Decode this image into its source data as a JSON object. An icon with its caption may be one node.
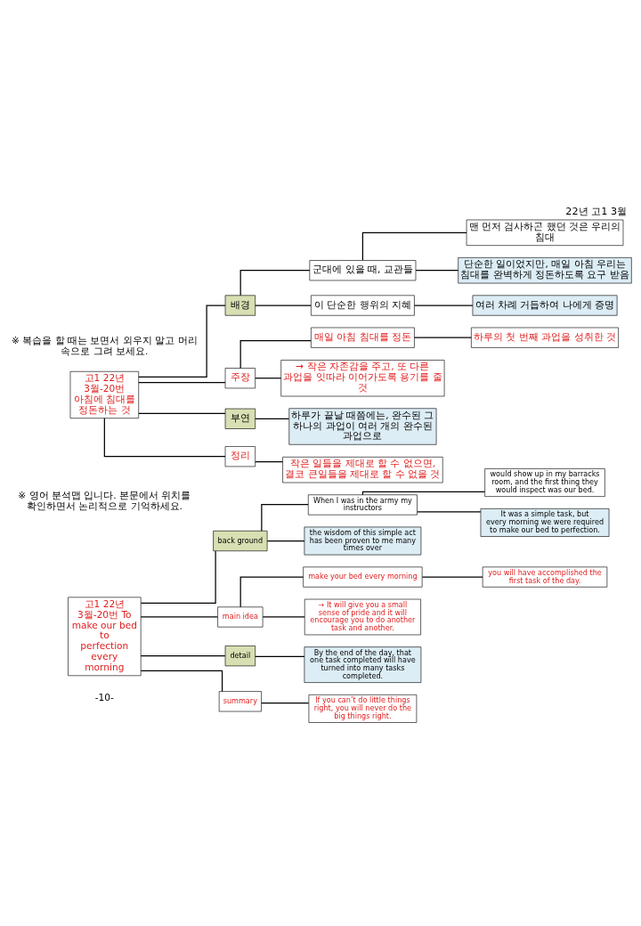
{
  "diagram": {
    "title": "22년 고1 3월",
    "nodes": [
      {
        "text": [
          "고1 22년 3월-20번 아침에 침대를 정돈하는 것"
        ]
      },
      {
        "text": [
          "배경"
        ]
      },
      {
        "text": [
          "군대에 있을 때, 교관들"
        ]
      },
      {
        "text": [
          "맨 먼저 검사하곤 했던 것은 우리의 침대"
        ]
      },
      {
        "text": [
          "단순한 일이었지만, 매일 아침 우리는 침대를 완벽하게 정돈하도록 요구 받음"
        ]
      },
      {
        "text": [
          "이 단순한 행위의 지혜"
        ]
      },
      {
        "text": [
          "여러 차례 거듭하여 나에게 증명"
        ]
      },
      {
        "text": [
          "주장"
        ]
      },
      {
        "text": [
          "매일 아침 침대를 정돈"
        ]
      },
      {
        "text": [
          "하루의 첫 번째 과업을 성취한 것"
        ]
      },
      {
        "text": [
          "→ 작은 자존감을 주고, 또 다른 과업을 잇따라 이어가도록 용기를 줄 것"
        ]
      },
      {
        "text": [
          "부연"
        ]
      },
      {
        "text": [
          "하루가 끝날 때쯤에는, 완수된 그 하나의 과업이 여러 개의 완수된 과업으로"
        ]
      },
      {
        "text": [
          "정리"
        ]
      },
      {
        "text": [
          "작은 일들을 제대로 할 수 없으면, 결코 큰일들을 제대로 할 수 없을 것"
        ]
      },
      {
        "text": [
          "고1 22년 3월-20번 To make our bed to perfection every morning"
        ]
      },
      {
        "text": [
          "back ground"
        ]
      },
      {
        "text": [
          "When I was in the army my instructors"
        ]
      },
      {
        "text": [
          "would show up in my barracks room, and the first thing they would inspect was our bed."
        ]
      },
      {
        "text": [
          "It was a simple task, but every morning we were required to make our bed to perfection."
        ]
      },
      {
        "text": [
          "the wisdom of this simple act has been proven to me many times over"
        ]
      },
      {
        "text": [
          "main idea"
        ]
      },
      {
        "text": [
          "make your bed every morning"
        ]
      },
      {
        "text": [
          "you will have accomplished the first task of the day."
        ]
      },
      {
        "text": [
          "→ It will give you a small sense of pride and it will encourage you to do another task and another."
        ]
      },
      {
        "text": [
          "detail"
        ]
      },
      {
        "text": [
          "By the end of the day, that one task completed will have turned into many tasks completed."
        ]
      },
      {
        "text": [
          "summary"
        ]
      },
      {
        "text": [
          "If you can’t do little things right, you will never do the big things right."
        ]
      }
    ],
    "edges": [
      {
        "from": 0,
        "to": 1,
        "arrow": "none"
      },
      {
        "from": 1,
        "to": 2,
        "arrow": "none"
      },
      {
        "from": 2,
        "to": 3,
        "arrow": "none"
      },
      {
        "from": 2,
        "to": 4,
        "arrow": "none"
      },
      {
        "from": 1,
        "to": 5,
        "arrow": "none"
      },
      {
        "from": 5,
        "to": 6,
        "arrow": "none"
      },
      {
        "from": 0,
        "to": 7,
        "arrow": "none"
      },
      {
        "from": 7,
        "to": 8,
        "arrow": "none"
      },
      {
        "from": 8,
        "to": 9,
        "arrow": "none"
      },
      {
        "from": 7,
        "to": 10,
        "arrow": "none"
      },
      {
        "from": 0,
        "to": 11,
        "arrow": "none"
      },
      {
        "from": 11,
        "to": 12,
        "arrow": "none"
      },
      {
        "from": 0,
        "to": 13,
        "arrow": "none"
      },
      {
        "from": 13,
        "to": 14,
        "arrow": "none"
      },
      {
        "from": 15,
        "to": 16,
        "arrow": "none"
      },
      {
        "from": 16,
        "to": 17,
        "arrow": "none"
      },
      {
        "from": 17,
        "to": 18,
        "arrow": "none"
      },
      {
        "from": 17,
        "to": 19,
        "arrow": "none"
      },
      {
        "from": 16,
        "to": 20,
        "arrow": "none"
      },
      {
        "from": 15,
        "to": 21,
        "arrow": "none"
      },
      {
        "from": 21,
        "to": 22,
        "arrow": "none"
      },
      {
        "from": 22,
        "to": 23,
        "arrow": "none"
      },
      {
        "from": 21,
        "to": 24,
        "arrow": "none"
      },
      {
        "from": 15,
        "to": 25,
        "arrow": "none"
      },
      {
        "from": 25,
        "to": 26,
        "arrow": "none"
      },
      {
        "from": 15,
        "to": 27,
        "arrow": "none"
      },
      {
        "from": 27,
        "to": 28,
        "arrow": "none"
      }
    ],
    "labels": [
      "※ 복습을 할 때는 보면서 외우지 말고 머리 속으로 그려 보세요.",
      "※ 영어 분석맵 입니다. 본문에서 위치를 확인하면서 논리적으로 기억하세요.",
      "-10-"
    ]
  }
}
